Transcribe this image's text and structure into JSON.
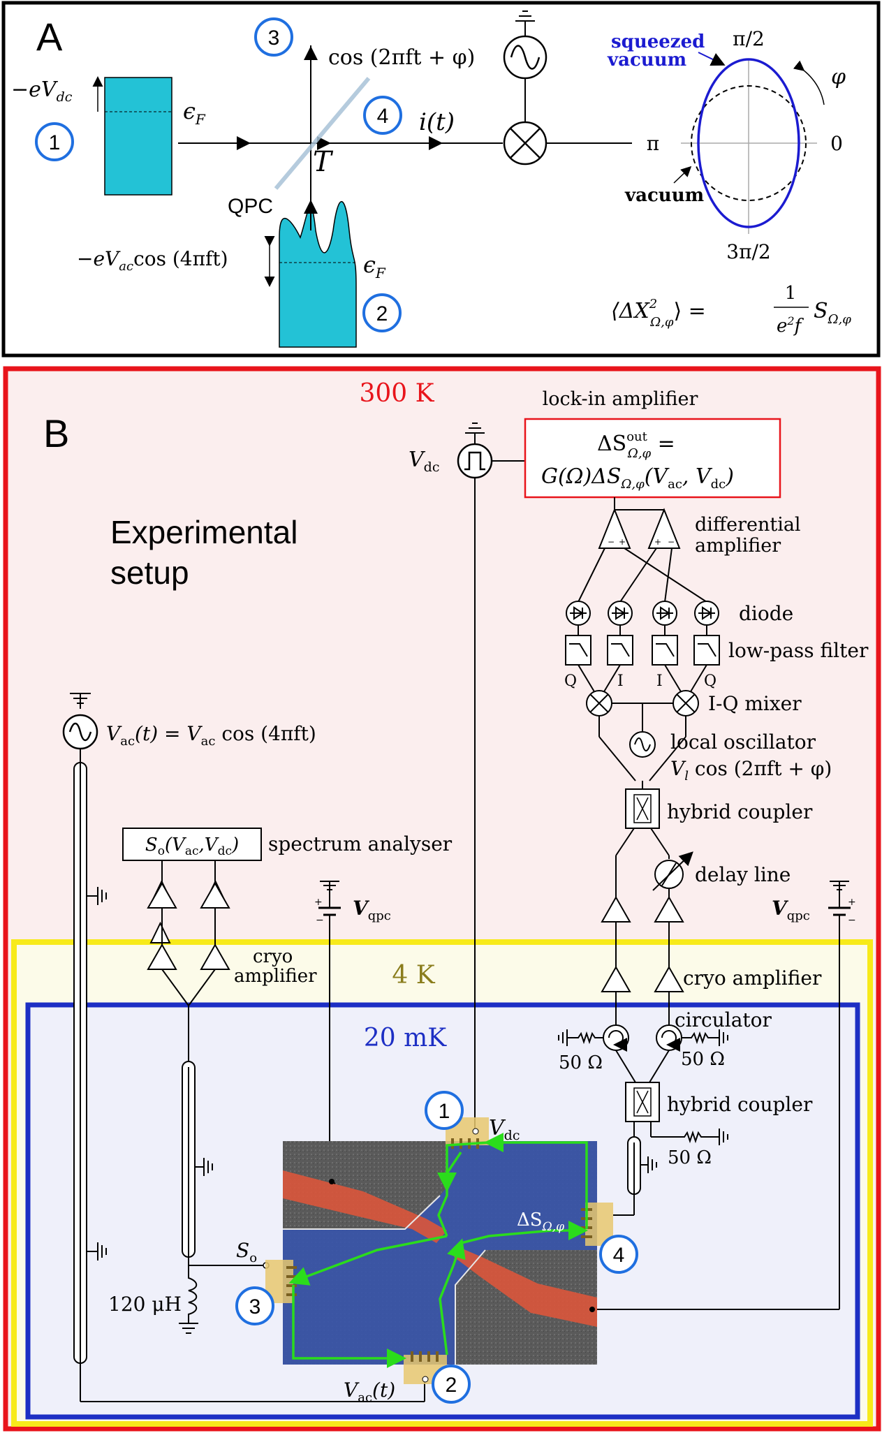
{
  "panel_a": {
    "panel_letter": "A",
    "vdc_label": "−eV",
    "vdc_sub": "dc",
    "fermi1": "ϵ",
    "fermi_sub": "F",
    "fermi2": "ϵ",
    "qpc_label": "QPC",
    "t_label": "T",
    "cos_label": "cos (2πft + φ)",
    "i_label": "i(t)",
    "vac_label": "−eV",
    "vac_sub": "ac",
    "vac_tail": "cos (4πft)",
    "markers": [
      "1",
      "2",
      "3",
      "4"
    ],
    "phase_top": "π/2",
    "phase_left": "π",
    "phase_right": "0",
    "phase_bottom": "3π/2",
    "phi_label": "φ",
    "squeezed_line1": "squeezed",
    "squeezed_line2": "vacuum",
    "vacuum_label": "vacuum",
    "formula_left": "⟨ΔX",
    "formula_sup": "2",
    "formula_sub": "Ω,φ",
    "formula_mid": "⟩ =",
    "formula_num": "1",
    "formula_den": "e",
    "formula_den_sup": "2",
    "formula_den_tail": "f",
    "formula_right": "S",
    "formula_right_sub": "Ω,φ"
  },
  "panel_b": {
    "panel_letter": "B",
    "temp_300k": "300 K",
    "temp_4k": "4 K",
    "temp_20mk": "20 mK",
    "title_line1": "Experimental",
    "title_line2": "setup",
    "lockin_label": "lock-in amplifier",
    "lockin_line1": "ΔS",
    "lockin_line1_sup": "out",
    "lockin_line1_sub": "Ω,φ",
    "lockin_line1_tail": " =",
    "lockin_line2": "G(Ω)ΔS",
    "lockin_line2_sub": "Ω,φ",
    "lockin_line2_tail": "(V",
    "lockin_line2_ac": "ac",
    "lockin_line2_mid": ", V",
    "lockin_line2_dc": "dc",
    "lockin_line2_end": ")",
    "vdc_source": "V",
    "vdc_source_sub": "dc",
    "diff_amp_line1": "differential",
    "diff_amp_line2": "amplifier",
    "diode_label": "diode",
    "lpf_label": "low-pass filter",
    "iq_mixer_label": "I-Q mixer",
    "lo_line1": "local oscillator",
    "lo_line2": "V",
    "lo_line2_sub": "l",
    "lo_line2_tail": " cos (2πft + φ)",
    "iq_letters": [
      "Q",
      "I",
      "I",
      "Q"
    ],
    "hybrid1_label": "hybrid coupler",
    "delay_label": "delay line",
    "vac_source": "V",
    "vac_source_sub": "ac",
    "vac_source_tail": "(t) = V",
    "vac_source_sub2": "ac",
    "vac_source_end": " cos (4πft)",
    "spec_box": "S",
    "spec_box_sub": "o",
    "spec_box_tail": "(V",
    "spec_box_ac": "ac",
    "spec_box_mid": ",V",
    "spec_box_dc": "dc",
    "spec_box_end": ")",
    "spec_label": "spectrum analyser",
    "vqpc_left": "V",
    "vqpc_left_sub": "qpc",
    "vqpc_right": "V",
    "vqpc_right_sub": "qpc",
    "cryo_left_line1": "cryo",
    "cryo_left_line2": "amplifier",
    "cryo_right": "cryo amplifier",
    "circulator_label": "circulator",
    "ohm_a": "50 Ω",
    "ohm_b": "50 Ω",
    "ohm_c": "50 Ω",
    "hybrid2_label": "hybrid coupler",
    "inductor_label": "120 μH",
    "so_label": "S",
    "so_sub": "o",
    "vdc_port": "V",
    "vdc_port_sub": "dc",
    "vac_port": "V",
    "vac_port_sub": "ac",
    "vac_port_tail": "(t)",
    "dsout_label": "ΔS",
    "dsout_sub": "Ω,φ",
    "markers": [
      "1",
      "2",
      "3",
      "4"
    ]
  },
  "colors": {
    "red_frame": "#e8141b",
    "yellow_frame": "#f7ea1a",
    "blue_frame": "#1d2fc4",
    "bg_300k": "#fbeeee",
    "bg_4k": "#fcfbe9",
    "bg_20mk": "#eff0fa",
    "cyan_fill": "#23c2d6",
    "squeezed_blue": "#1b1bd0",
    "marker_blue": "#1f6fe0",
    "green_path": "#2bdc1c",
    "contact_gold": "#e8c86e",
    "gate_red": "#d8563c",
    "mesa_blue": "#3a55a8",
    "temp_4k_text": "#8a7d1c"
  }
}
